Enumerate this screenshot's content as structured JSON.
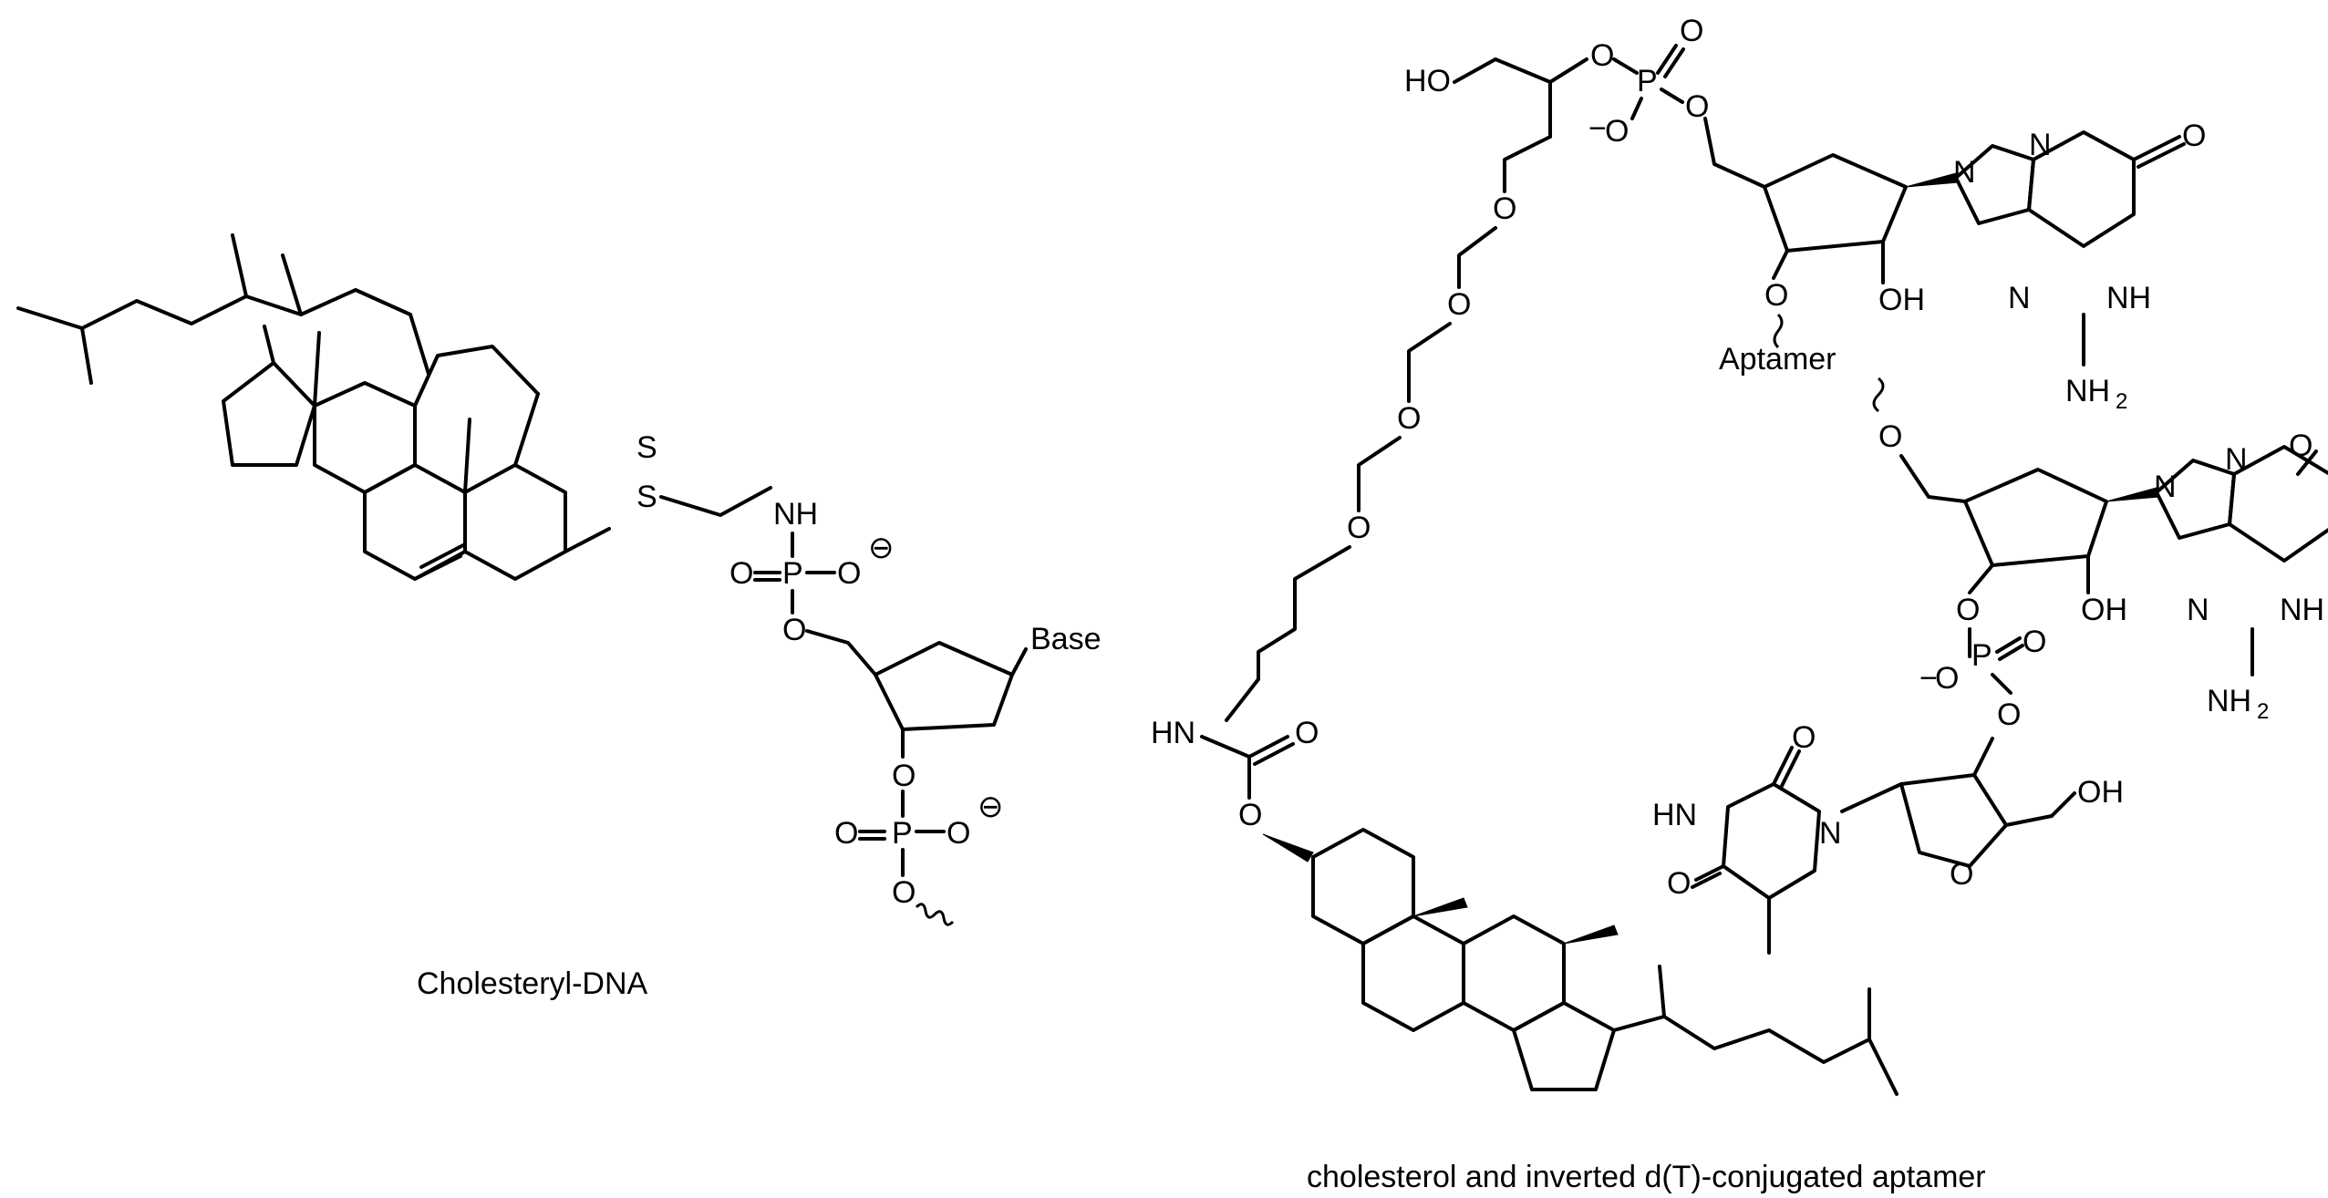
{
  "captions": {
    "left": "Cholesteryl-DNA",
    "right": "cholesterol and inverted d(T)-conjugated aptamer"
  },
  "atoms": {
    "S": "S",
    "NH": "NH",
    "O": "O",
    "P": "P",
    "minus_circle": "⊖",
    "base": "Base",
    "HO": "HO",
    "minus": "−",
    "N": "N",
    "OH": "OH",
    "H": "H",
    "HN": "HN",
    "aptamer": "Aptamer",
    "NH2": "NH",
    "sub2": "2"
  }
}
